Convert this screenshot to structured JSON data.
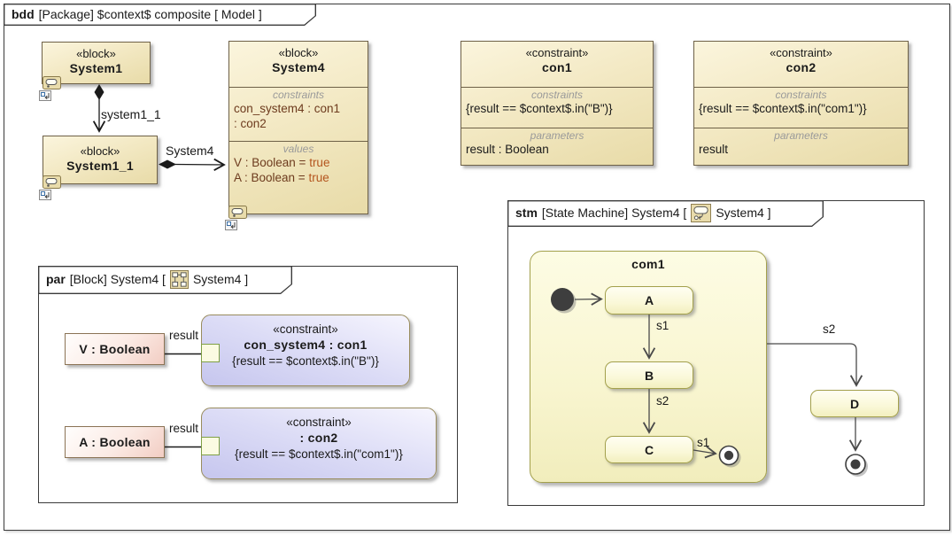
{
  "frame": {
    "tab_keyword": "bdd",
    "tab_rest": "[Package] $context$ composite [ Model ]"
  },
  "blocks": {
    "system1": {
      "stereotype": "«block»",
      "name": "System1"
    },
    "system1_1": {
      "stereotype": "«block»",
      "name": "System1_1"
    },
    "system4": {
      "stereotype": "«block»",
      "name": "System4",
      "constraints_label": "constraints",
      "constraint_lines": [
        "con_system4 : con1",
        ": con2"
      ],
      "values_label": "values",
      "value_lines": [
        {
          "prefix": "V : Boolean = ",
          "value": "true"
        },
        {
          "prefix": "A : Boolean = ",
          "value": "true"
        }
      ]
    }
  },
  "constraint_blocks": {
    "con1": {
      "stereotype": "«constraint»",
      "name": "con1",
      "constraints_label": "constraints",
      "expression": "{result == $context$.in(\"B\")}",
      "parameters_label": "parameters",
      "parameter": "result : Boolean"
    },
    "con2": {
      "stereotype": "«constraint»",
      "name": "con2",
      "constraints_label": "constraints",
      "expression": "{result == $context$.in(\"com1\")}",
      "parameters_label": "parameters",
      "parameter": "result"
    }
  },
  "associations": {
    "system1_1_label": "system1_1",
    "system4_label": "System4"
  },
  "par_frame": {
    "tab_keyword": "par",
    "tab_mid": "[Block] System4 [",
    "tab_end": "System4 ]",
    "param_v": "V : Boolean",
    "param_a": "A : Boolean",
    "connector_label": "result",
    "constraint1": {
      "stereotype": "«constraint»",
      "name": "con_system4 : con1",
      "expression": "{result == $context$.in(\"B\")}"
    },
    "constraint2": {
      "stereotype": "«constraint»",
      "name": ": con2",
      "expression": "{result == $context$.in(\"com1\")}"
    }
  },
  "stm_frame": {
    "tab_keyword": "stm",
    "tab_mid": "[State Machine] System4 [",
    "tab_end": "System4 ]",
    "composite_state": "com1",
    "states": {
      "a": "A",
      "b": "B",
      "c": "C",
      "d": "D"
    },
    "transitions": {
      "a_b": "s1",
      "b_c": "s2",
      "c_final": "s1",
      "com1_d": "s2"
    }
  },
  "colors": {
    "block_fill_top": "#fbf5dd",
    "block_fill_bottom": "#e8dba8",
    "block_border": "#6e6147",
    "constraint_fill_light": "#f6f5fe",
    "constraint_fill_dark": "#c6c6ee",
    "param_fill_light": "#fffefd",
    "param_fill_dark": "#f2cdc3",
    "state_fill_top": "#fffef2",
    "state_fill_bottom": "#f2efbe",
    "state_border": "#a3a04c",
    "property_text": "#6d3b1e",
    "value_text": "#b4551e",
    "compartment_label_text": "#9a9a9a",
    "port_fill": "#fbfbe2",
    "port_border": "#7fa045"
  }
}
